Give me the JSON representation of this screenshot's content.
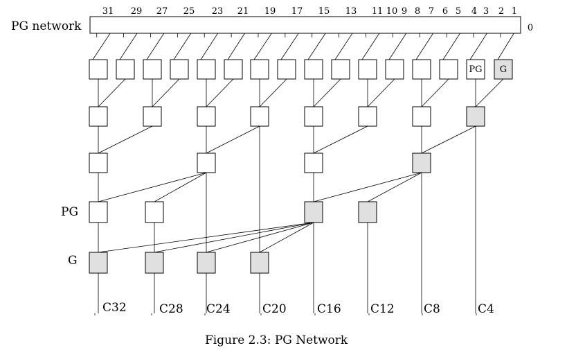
{
  "labels": {
    "pg_network": "PG network",
    "pg_row": "PG",
    "g_row": "G",
    "caption": "Figure 2.3: PG Network"
  },
  "bit_labels": [
    "31",
    "29",
    "27",
    "25",
    "23",
    "21",
    "19",
    "17",
    "15",
    "13",
    "11",
    "10",
    "9",
    "8",
    "7",
    "6",
    "5",
    "4",
    "3",
    "2",
    "1",
    "0"
  ],
  "small_box_labels": {
    "pg": "PG",
    "g": "G"
  },
  "carry_outputs": [
    "C32",
    "C28",
    "C24",
    "C20",
    "C16",
    "C12",
    "C8",
    "C4"
  ],
  "colors": {
    "shaded_fill": "#e0e0e0",
    "stroke": "#000000"
  }
}
